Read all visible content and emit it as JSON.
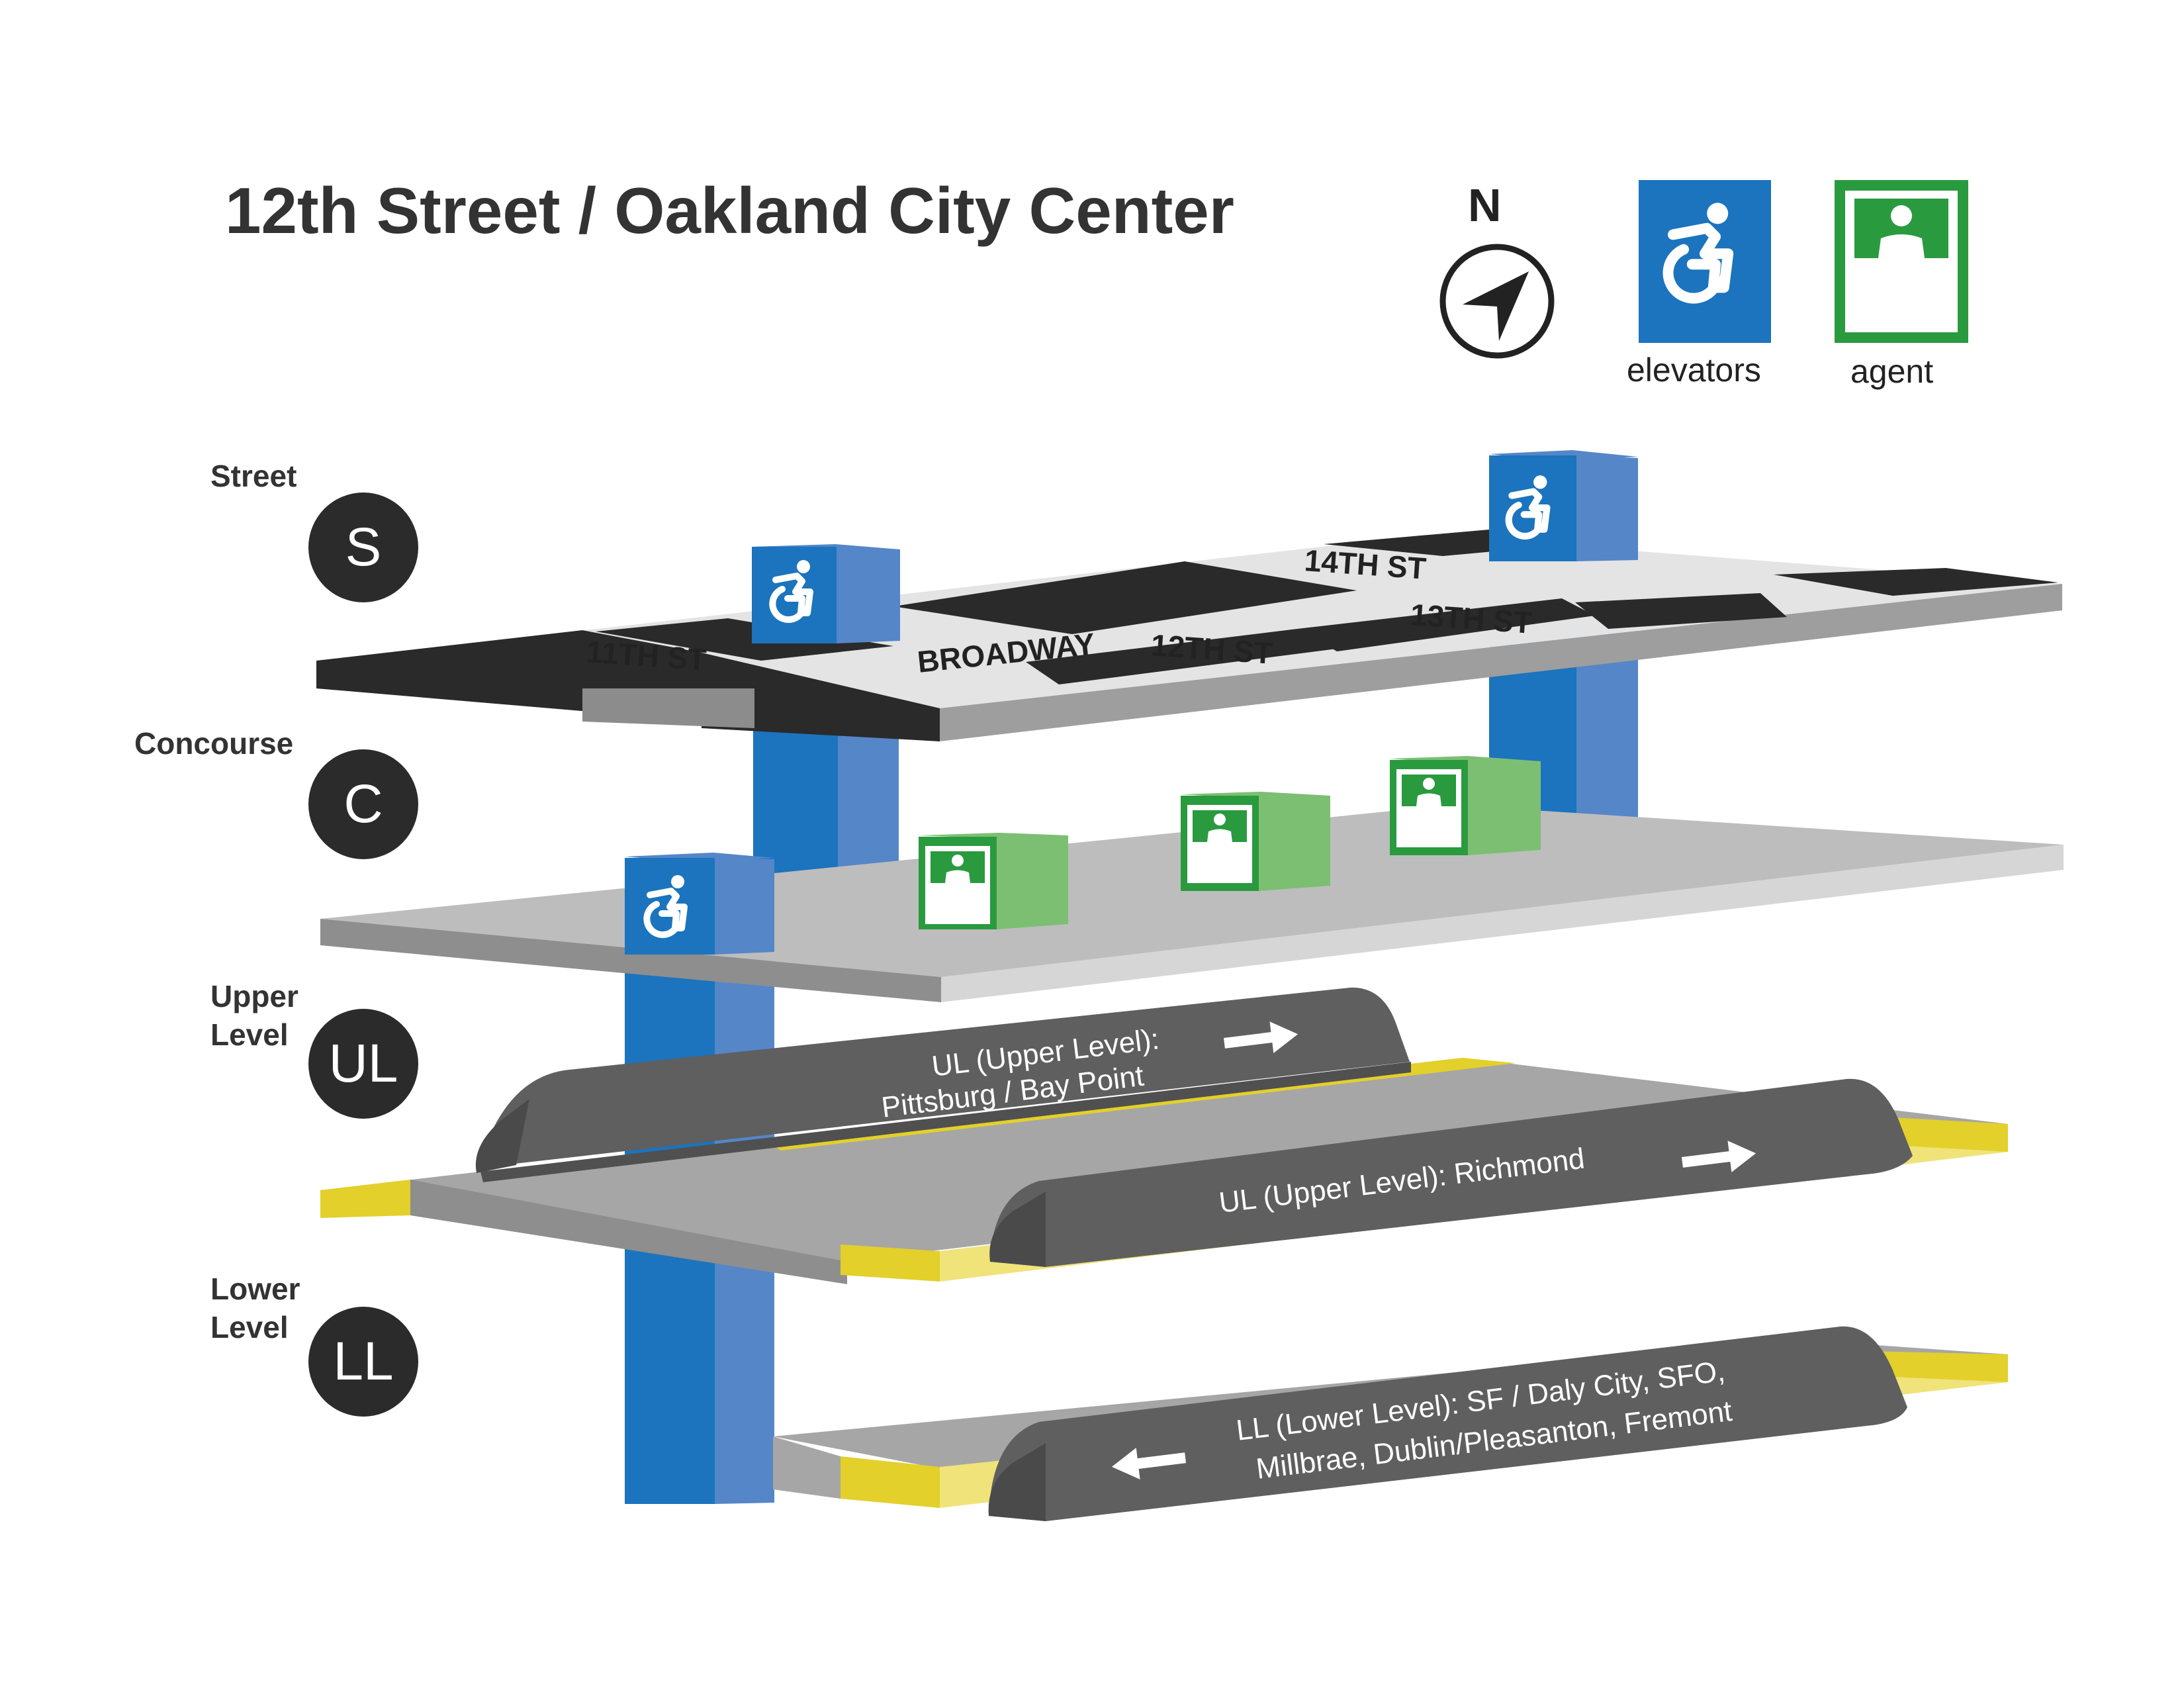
{
  "title": "12th Street / Oakland City Center",
  "compass": {
    "letter": "N",
    "icon": "north-arrow-icon"
  },
  "legend": [
    {
      "label": "elevators",
      "icon": "wheelchair-icon",
      "color": "#1b74bd"
    },
    {
      "label": "agent",
      "icon": "station-agent-icon",
      "color": "#2a9a3f"
    }
  ],
  "levels": [
    {
      "name": "Street",
      "badge": "S"
    },
    {
      "name": "Concourse",
      "badge": "C"
    },
    {
      "name": "Upper\nLevel",
      "badge": "UL"
    },
    {
      "name": "Lower\nLevel",
      "badge": "LL"
    }
  ],
  "streets": {
    "s11": "11TH ST",
    "broadway": "BROADWAY",
    "s12": "12TH ST",
    "s13": "13TH ST",
    "s14": "14TH ST"
  },
  "trains": {
    "ul_pittsburg": [
      "UL (Upper Level):",
      "Pittsburg / Bay Point"
    ],
    "ul_richmond": [
      "UL (Upper Level): Richmond"
    ],
    "ll": [
      "LL (Lower Level): SF / Daly City,  SFO,",
      "Millbrae, Dublin/Pleasanton, Fremont"
    ]
  },
  "colors": {
    "elevator_front": "#1b74bd",
    "elevator_side": "#5586c8",
    "agent_green": "#2a9a3f",
    "agent_side": "#7cbf73",
    "platform_yellow": "#e7d52a",
    "train": "#5f5f5f",
    "train_dark": "#4a4a4a",
    "road": "#2a2a2a",
    "concourse": "#bdbdbd"
  }
}
